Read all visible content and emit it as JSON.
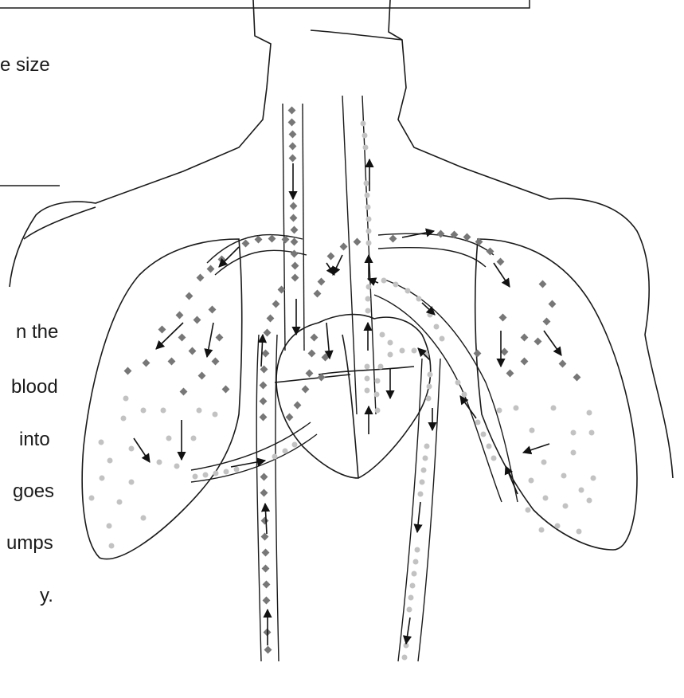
{
  "text_fragments": {
    "line_1": "e size",
    "line_2": "n the",
    "line_3": "blood",
    "line_4": "into",
    "line_5": "goes",
    "line_6": "umps",
    "line_7": "y."
  },
  "colors": {
    "outline": "#1a1a1a",
    "deoxygenated_marker": "#777777",
    "oxygenated_marker": "#c2c2c2",
    "arrow": "#111111"
  },
  "markers": {
    "deoxygenated": "diamond",
    "oxygenated": "dot"
  }
}
